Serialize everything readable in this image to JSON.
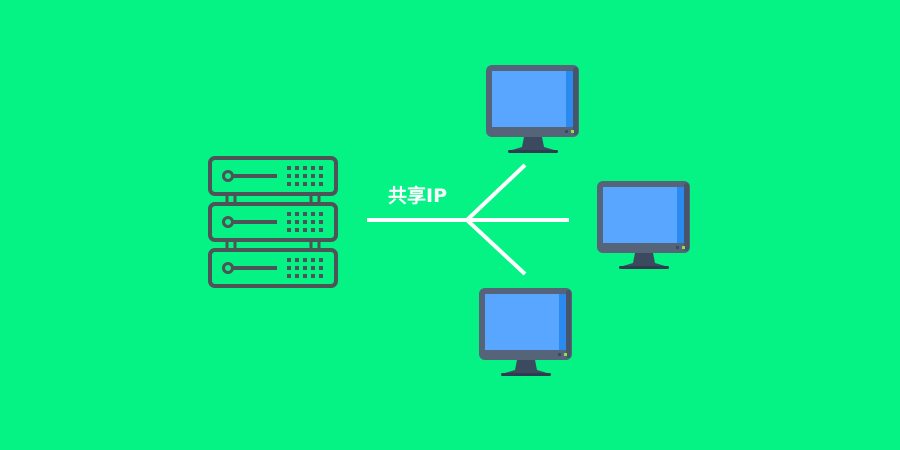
{
  "diagram": {
    "label": "共享IP",
    "background_color": "#05f285",
    "nodes": [
      {
        "id": "server",
        "type": "server-rack",
        "units": 3,
        "color": "#4d5356"
      },
      {
        "id": "pc-top",
        "type": "monitor"
      },
      {
        "id": "pc-middle",
        "type": "monitor"
      },
      {
        "id": "pc-bottom",
        "type": "monitor"
      }
    ],
    "edges": [
      {
        "from": "server",
        "to": "pc-top"
      },
      {
        "from": "server",
        "to": "pc-middle"
      },
      {
        "from": "server",
        "to": "pc-bottom"
      }
    ],
    "colors": {
      "line": "#ffffff",
      "monitor_frame": "#56647a",
      "monitor_screen": "#58a6ff",
      "monitor_screen_edge": "#2a8af0",
      "monitor_stand": "#3b4a5f",
      "led": "#8fe04a"
    }
  }
}
